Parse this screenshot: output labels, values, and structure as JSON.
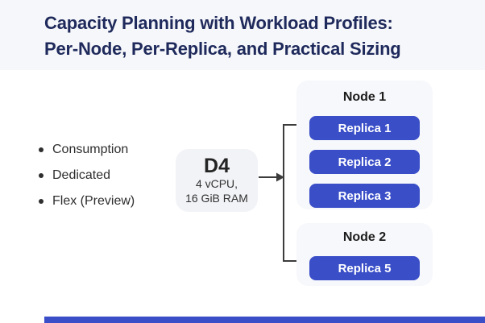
{
  "title": {
    "line1": "Capacity Planning with Workload Profiles:",
    "line2": "Per-Node, Per-Replica, and Practical Sizing"
  },
  "workload_profiles": {
    "items": [
      {
        "label": "Consumption"
      },
      {
        "label": "Dedicated"
      },
      {
        "label": "Flex (Preview)"
      }
    ]
  },
  "sku": {
    "name": "D4",
    "cpu": "4 vCPU,",
    "ram": "16 GiB RAM"
  },
  "nodes": [
    {
      "label": "Node 1",
      "replicas": [
        {
          "label": "Replica 1"
        },
        {
          "label": "Replica 2"
        },
        {
          "label": "Replica 3"
        }
      ]
    },
    {
      "label": "Node 2",
      "replicas": [
        {
          "label": "Replica 5"
        }
      ]
    }
  ],
  "colors": {
    "accent_blue": "#3a4ec8",
    "title_navy": "#1f2a5c",
    "header_bg": "#f6f7fa",
    "panel_bg": "#f7f8fb",
    "sku_bg": "#f2f3f7",
    "text_dark": "#2e2e2e",
    "connector": "#3c3c3c",
    "replica_text": "#ffffff",
    "body_bg": "#ffffff"
  }
}
